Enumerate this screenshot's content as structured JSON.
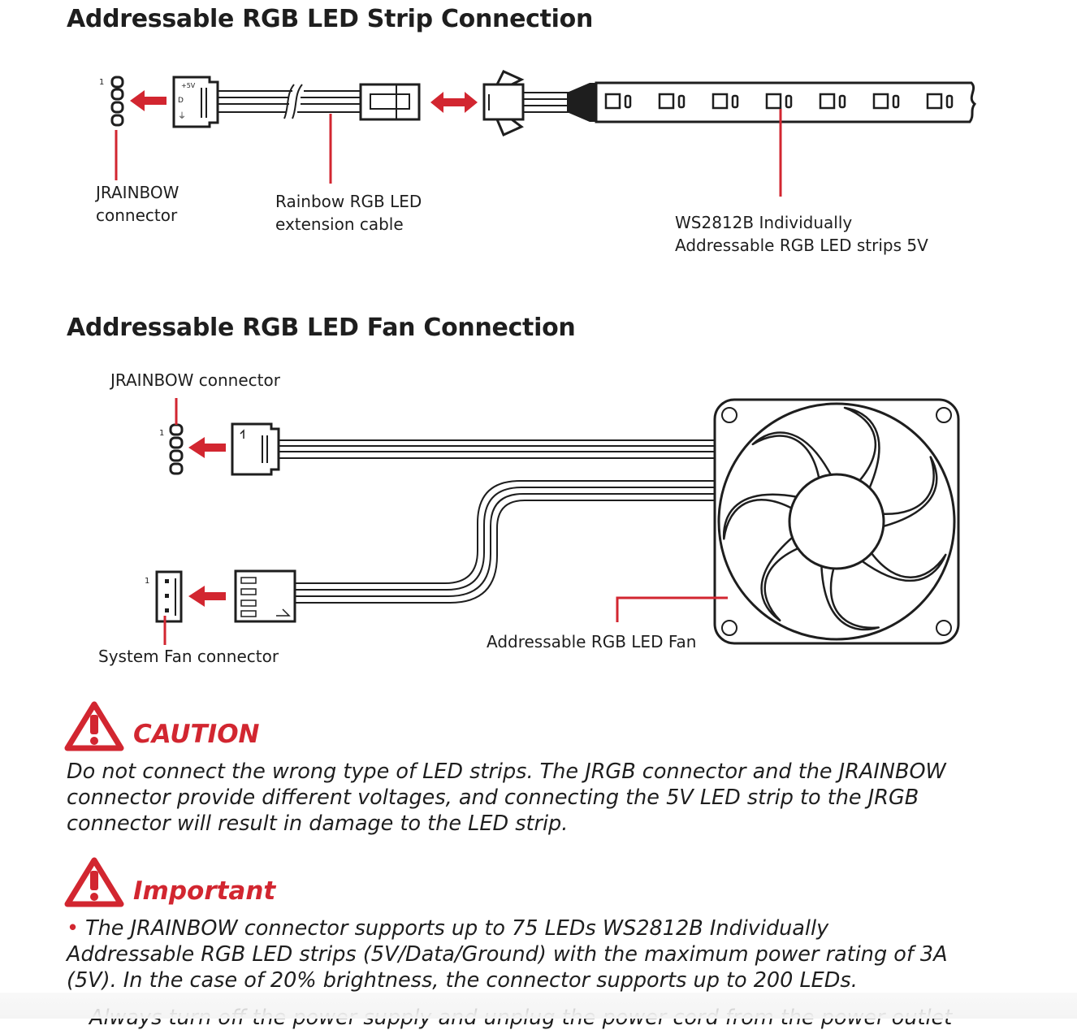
{
  "strip_section": {
    "title": "Addressable RGB LED Strip Connection",
    "jrainbow_label": [
      "JRAINBOW",
      "connector"
    ],
    "cable_label": [
      "Rainbow RGB LED",
      "extension cable"
    ],
    "strip_label": [
      "WS2812B Individually",
      "Addressable RGB LED strips 5V"
    ],
    "pin_one": "1",
    "plug_marks": [
      "+5V",
      "D",
      "⏚"
    ]
  },
  "fan_section": {
    "title": "Addressable RGB LED Fan Connection",
    "jrainbow_label": "JRAINBOW connector",
    "system_fan_label": "System Fan connector",
    "fan_label": "Addressable RGB LED Fan",
    "pin_one": "1"
  },
  "caution": {
    "heading": "CAUTION",
    "lines": [
      "Do not connect the wrong type of LED strips. The JRGB connector and the JRAINBOW",
      "connector provide different voltages, and connecting the 5V LED strip to the JRGB",
      "connector will result in damage to the LED strip."
    ]
  },
  "important": {
    "heading": "Important",
    "bullet": "•",
    "lines": [
      "The JRAINBOW connector supports up to 75 LEDs WS2812B Individually",
      "Addressable RGB LED strips (5V/Data/Ground) with the maximum power rating of 3A",
      "(5V). In the case of 20% brightness, the connector supports up to 200 LEDs."
    ],
    "cut_off_line": "Always turn off the power supply and unplug the power cord from the power outlet"
  },
  "colors": {
    "accent": "#d22630",
    "ink": "#1e1e1e"
  }
}
